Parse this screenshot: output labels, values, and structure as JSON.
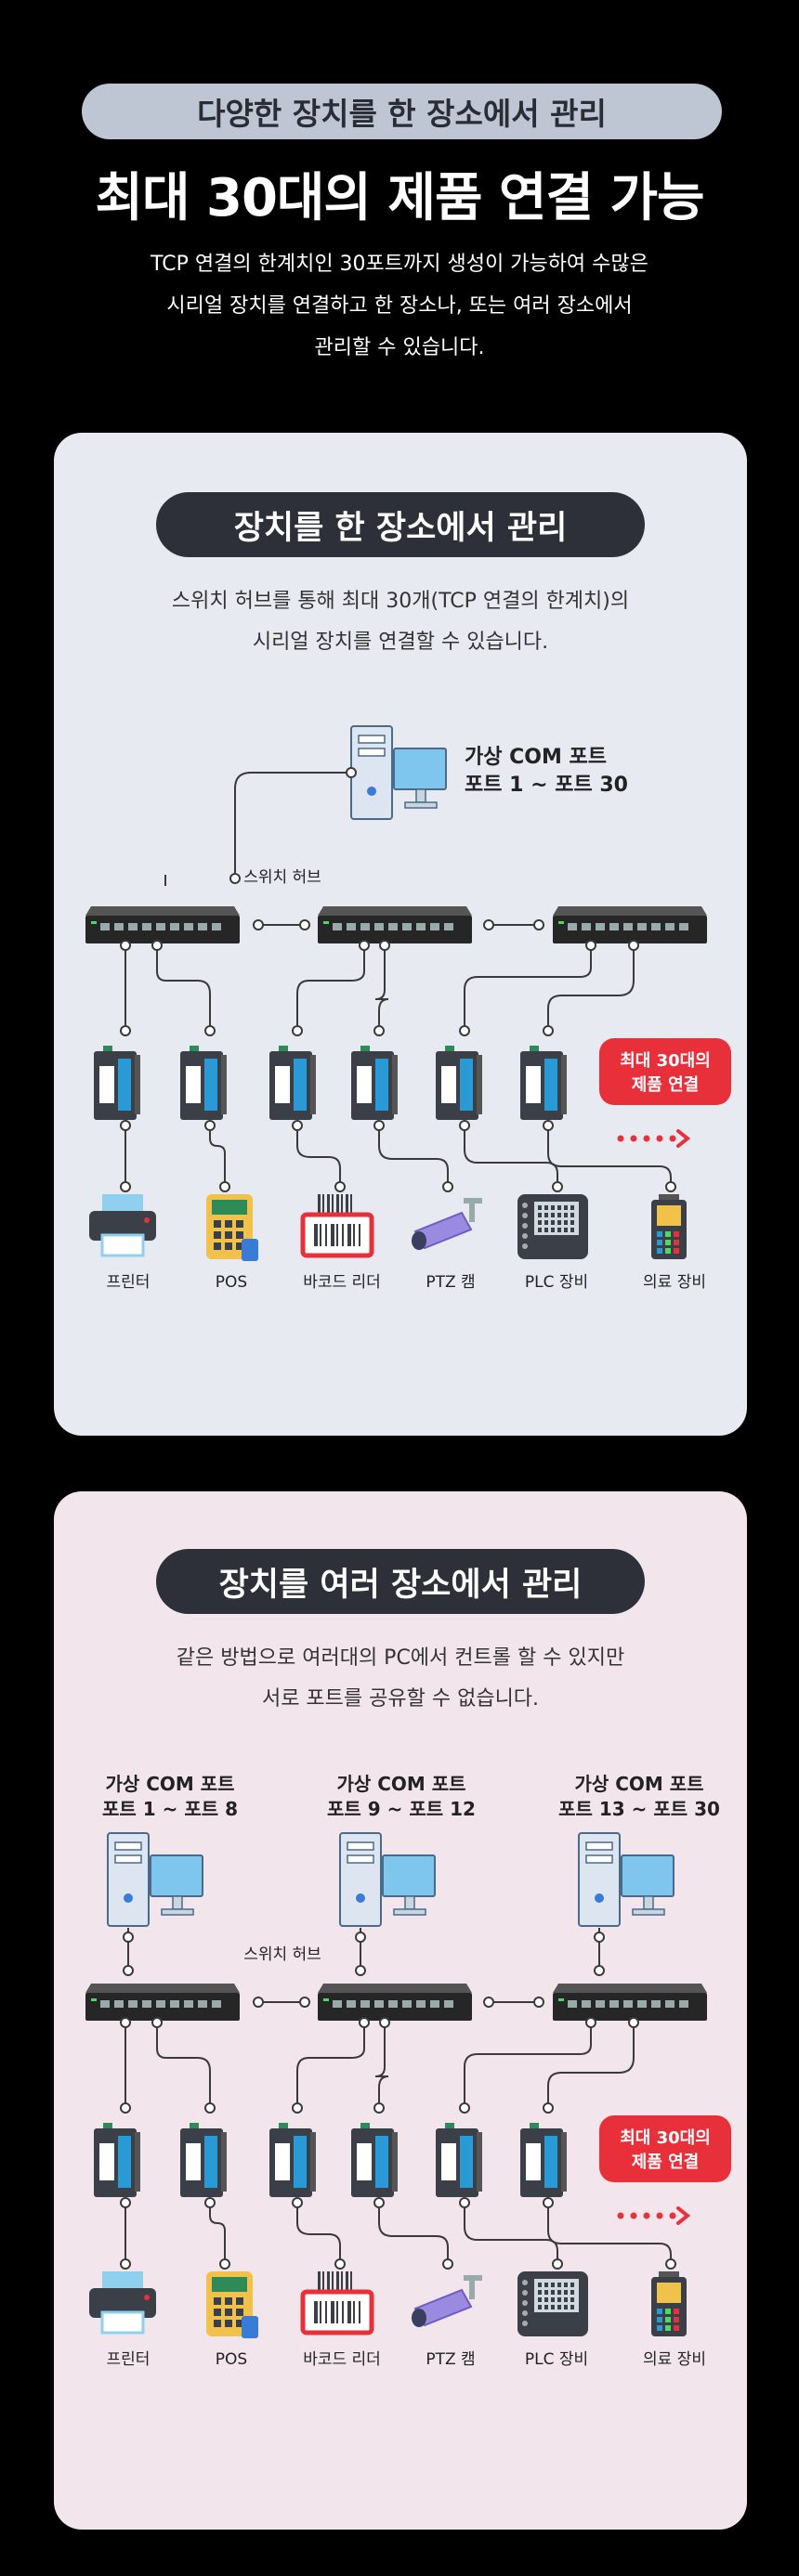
{
  "header": {
    "pill": "다양한 장치를 한 장소에서 관리",
    "headline": "최대 30대의 제품 연결 가능",
    "intro": [
      "TCP 연결의 한계치인 30포트까지 생성이 가능하여 수많은",
      "시리얼 장치를 연결하고 한 장소나, 또는 여러 장소에서",
      "관리할 수 있습니다."
    ]
  },
  "section1": {
    "title": "장치를 한 장소에서 관리",
    "desc": [
      "스위치 허브를 통해 최대 30개(TCP 연결의 한계치)의",
      "시리얼 장치를 연결할 수 있습니다."
    ],
    "pc_label_line1": "가상 COM 포트",
    "pc_label_line2": "포트 1 ~ 포트 30",
    "hub_label": "스위치 허브",
    "badge_line1": "최대 30대의",
    "badge_line2": "제품 연결",
    "devices": [
      "프린터",
      "POS",
      "바코드 리더",
      "PTZ 캠",
      "PLC 장비",
      "의료 장비"
    ]
  },
  "section2": {
    "title": "장치를 여러 장소에서 관리",
    "desc": [
      "같은 방법으로 여러대의 PC에서 컨트롤 할 수 있지만",
      "서로 포트를 공유할 수 없습니다."
    ],
    "pcs": [
      {
        "line1": "가상 COM 포트",
        "line2": "포트 1 ~ 포트 8"
      },
      {
        "line1": "가상 COM 포트",
        "line2": "포트 9 ~ 포트 12"
      },
      {
        "line1": "가상 COM 포트",
        "line2": "포트 13 ~ 포트 30"
      }
    ],
    "hub_label": "스위치 허브",
    "badge_line1": "최대 30대의",
    "badge_line2": "제품 연결",
    "devices": [
      "프린터",
      "POS",
      "바코드 리더",
      "PTZ 캠",
      "PLC 장비",
      "의료 장비"
    ]
  },
  "colors": {
    "accent_red": "#e8303a",
    "dark": "#2d3038",
    "line": "#3a3a3a",
    "card1_bg": "#e8eaf2",
    "card2_bg": "#f2e6ec"
  }
}
